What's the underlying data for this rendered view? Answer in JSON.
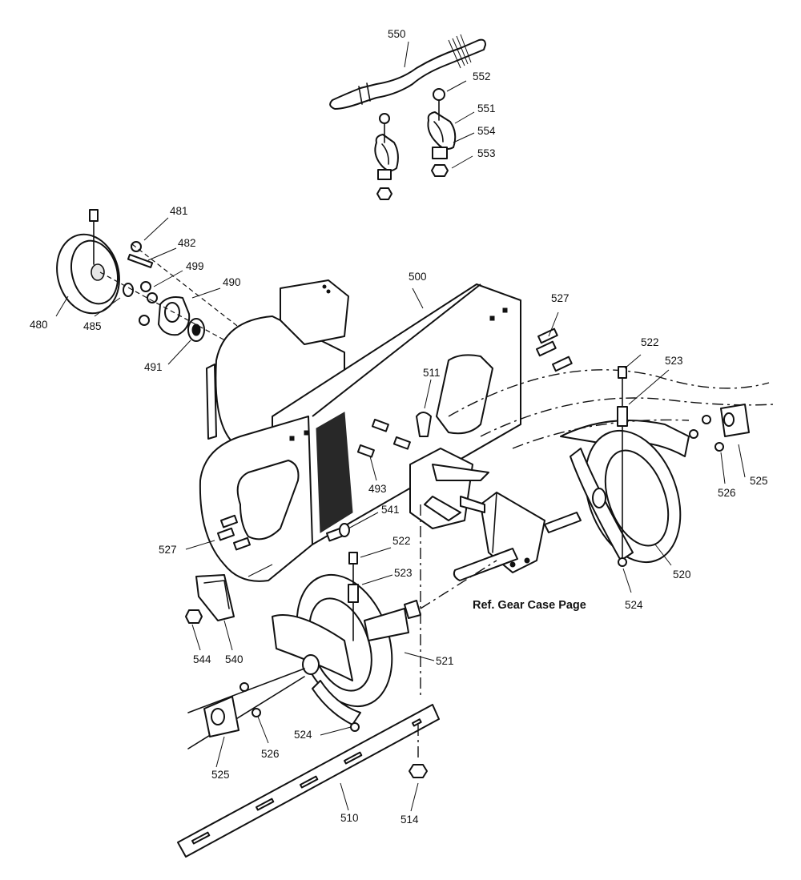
{
  "reference": "Ref. Gear Case Page",
  "callouts": [
    "550",
    "552",
    "551",
    "554",
    "553",
    "481",
    "482",
    "499",
    "490",
    "480",
    "485",
    "491",
    "500",
    "527",
    "522",
    "523",
    "511",
    "493",
    "541",
    "522b",
    "523b",
    "520",
    "524",
    "525",
    "526",
    "527b",
    "544",
    "540",
    "521",
    "524b",
    "526b",
    "525b",
    "510",
    "514"
  ],
  "labels": {
    "550": "550",
    "552": "552",
    "551": "551",
    "554": "554",
    "553": "553",
    "481": "481",
    "482": "482",
    "499": "499",
    "490": "490",
    "480": "480",
    "485": "485",
    "491": "491",
    "500": "500",
    "527": "527",
    "522": "522",
    "523": "523",
    "511": "511",
    "493": "493",
    "541": "541",
    "522b": "522",
    "523b": "523",
    "520": "520",
    "524": "524",
    "525": "525",
    "526": "526",
    "527b": "527",
    "544": "544",
    "540": "540",
    "521": "521",
    "524b": "524",
    "526b": "526",
    "525b": "525",
    "510": "510",
    "514": "514"
  }
}
